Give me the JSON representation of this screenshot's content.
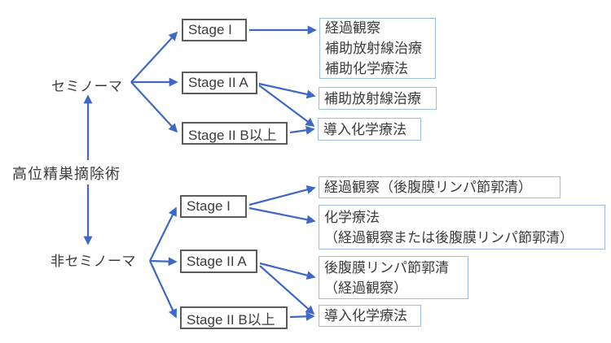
{
  "colors": {
    "arrow-blue": "#3e68c6",
    "stage-border": "#5b5b5b",
    "outcome-border": "#9dbce4",
    "text": "#3b3b3b"
  },
  "root": {
    "label": "高位精巣摘除術"
  },
  "seminoma": {
    "label": "セミノーマ",
    "stages": [
      {
        "label": "Stage I"
      },
      {
        "label": "Stage II A"
      },
      {
        "label": "Stage II B以上"
      }
    ],
    "outcomes": [
      {
        "lines": [
          "経過観察",
          "補助放射線治療",
          "補助化学療法"
        ]
      },
      {
        "lines": [
          "補助放射線治療"
        ]
      },
      {
        "lines": [
          "導入化学療法"
        ]
      }
    ]
  },
  "nonseminoma": {
    "label": "非セミノーマ",
    "stages": [
      {
        "label": "Stage I"
      },
      {
        "label": "Stage II A"
      },
      {
        "label": "Stage II B以上"
      }
    ],
    "outcomes": [
      {
        "lines": [
          "経過観察（後腹膜リンパ節郭清）"
        ]
      },
      {
        "lines": [
          "化学療法",
          "（経過観察または後腹膜リンパ節郭清）"
        ]
      },
      {
        "lines": [
          "後腹膜リンパ節郭清",
          "（経過観察）"
        ]
      },
      {
        "lines": [
          "導入化学療法"
        ]
      }
    ]
  }
}
